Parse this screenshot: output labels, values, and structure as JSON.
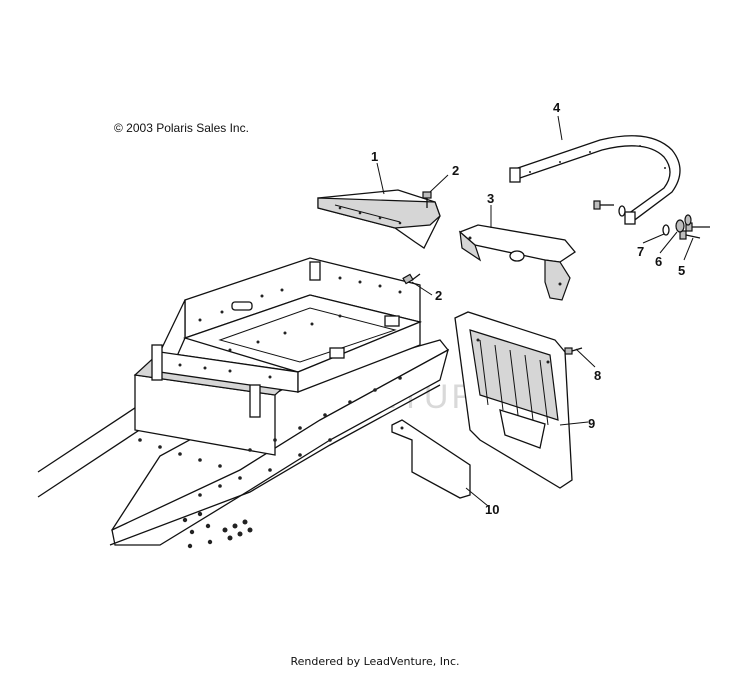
{
  "copyright": "© 2003 Polaris Sales Inc.",
  "footer": "Rendered by LeadVenture, Inc.",
  "watermark": "ADVENTURE",
  "callouts": [
    {
      "id": "1",
      "label": "1"
    },
    {
      "id": "2a",
      "label": "2"
    },
    {
      "id": "2b",
      "label": "2"
    },
    {
      "id": "3",
      "label": "3"
    },
    {
      "id": "4",
      "label": "4"
    },
    {
      "id": "5",
      "label": "5"
    },
    {
      "id": "6",
      "label": "6"
    },
    {
      "id": "7",
      "label": "7"
    },
    {
      "id": "8",
      "label": "8"
    },
    {
      "id": "9",
      "label": "9"
    },
    {
      "id": "10",
      "label": "10"
    }
  ]
}
